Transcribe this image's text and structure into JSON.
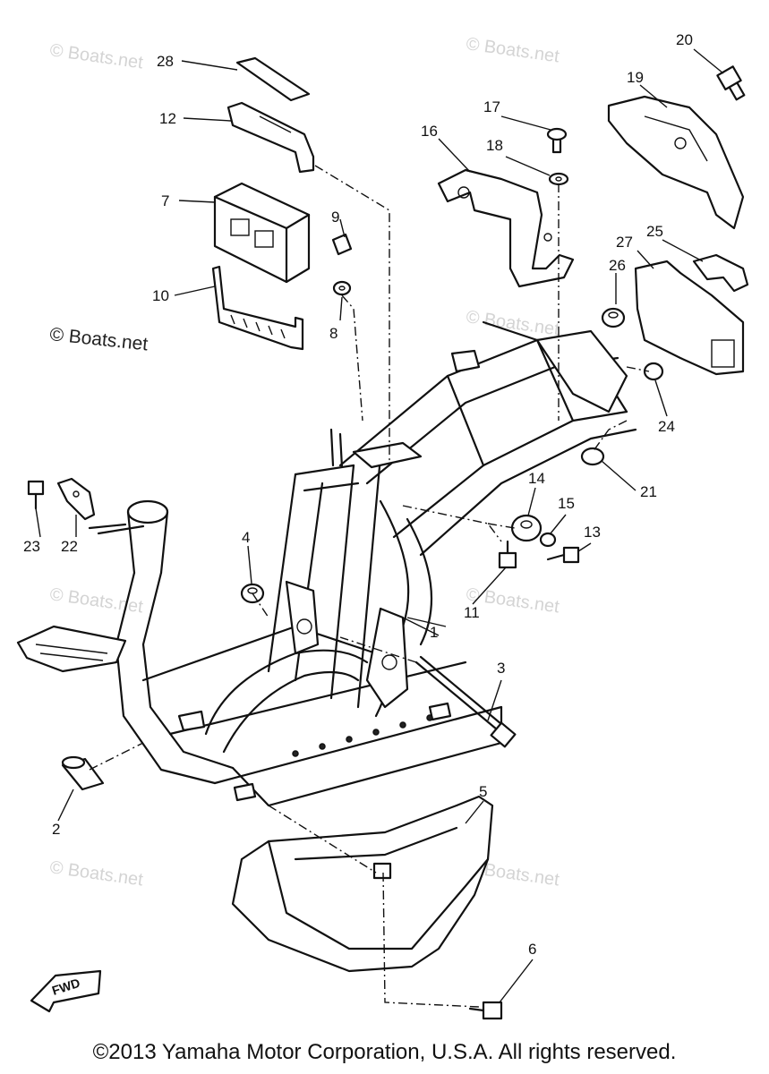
{
  "diagram": {
    "callouts": [
      "1",
      "2",
      "3",
      "4",
      "5",
      "6",
      "7",
      "8",
      "9",
      "10",
      "11",
      "12",
      "13",
      "14",
      "15",
      "16",
      "17",
      "18",
      "19",
      "20",
      "21",
      "22",
      "23",
      "24",
      "25",
      "26",
      "27",
      "28"
    ],
    "fwd_label": "FWD",
    "watermark": "© Boats.net",
    "watermark_left": "© Boats.net"
  },
  "footer": {
    "copyright": "©2013 Yamaha Motor Corporation, U.S.A. All rights reserved."
  }
}
